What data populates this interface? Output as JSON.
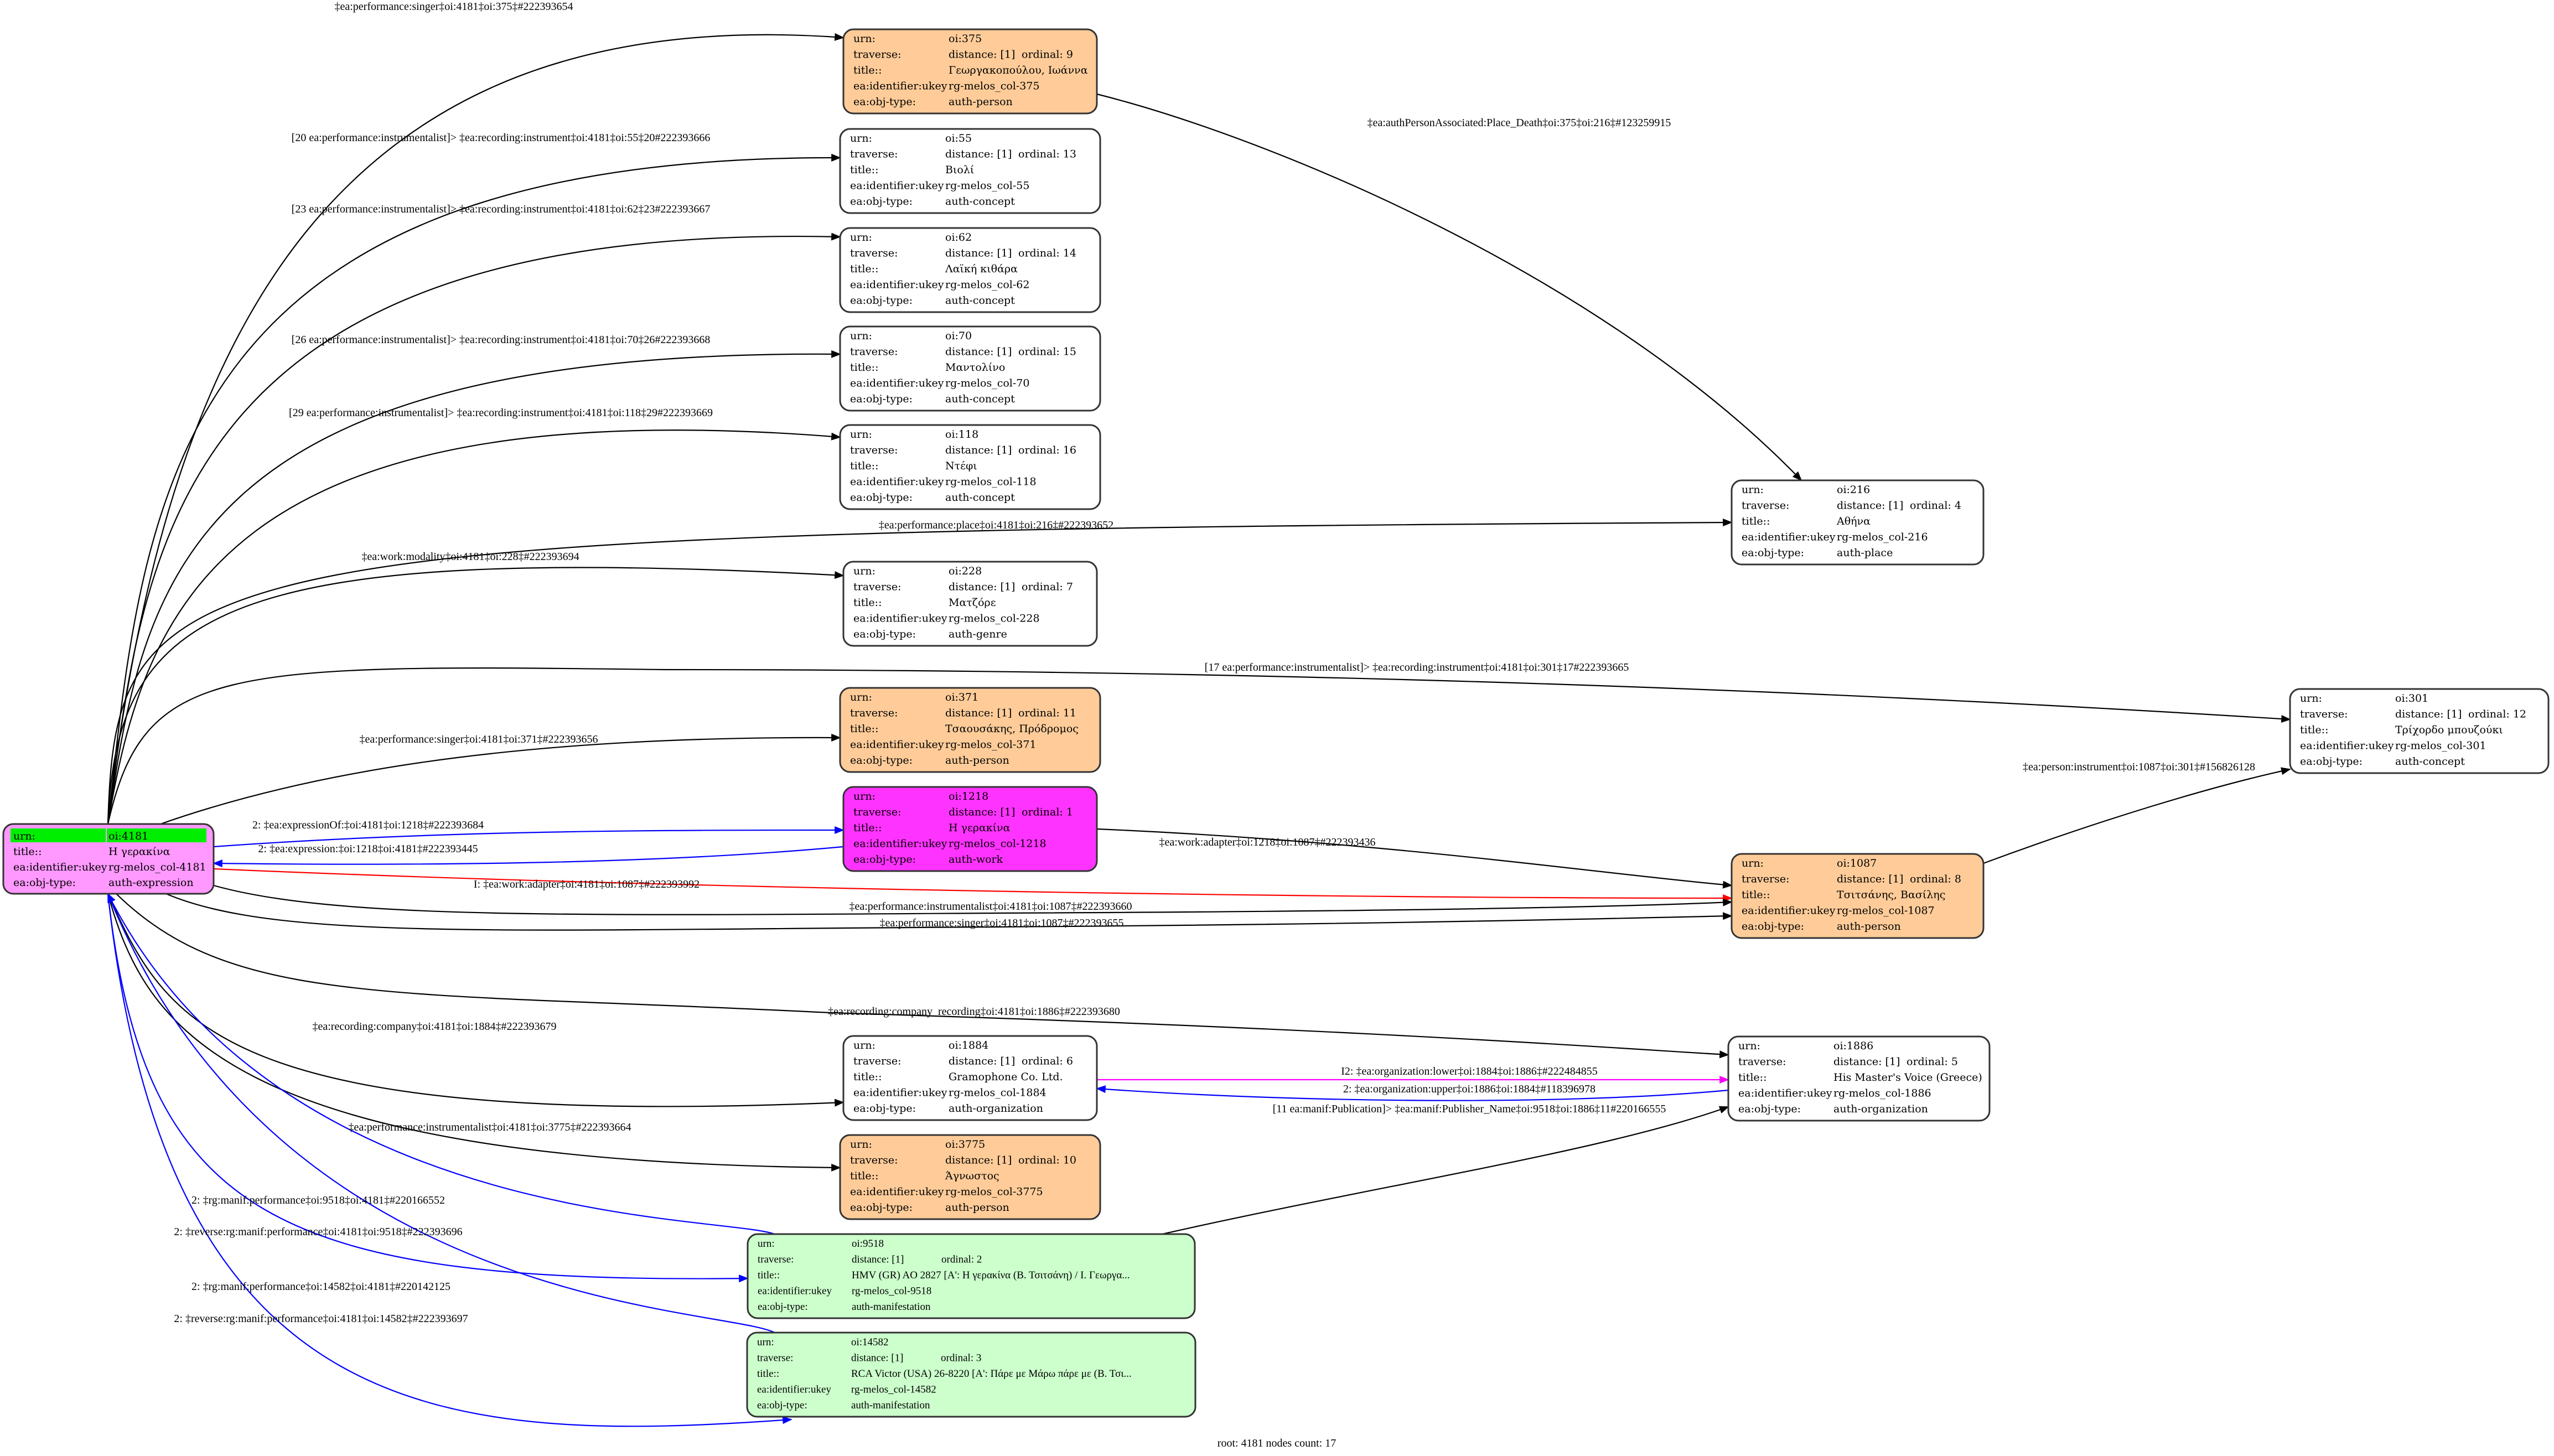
{
  "graph": {
    "footer": "root: 4181 nodes count: 17",
    "field_labels": {
      "urn": "urn:",
      "traverse": "traverse:",
      "title": "title::",
      "ukey": "ea:identifier:ukey",
      "objtype": "ea:obj-type:"
    },
    "colors": {
      "root_fill": "#ff99ff",
      "root_header": "#00ee00",
      "person_fill": "#ffcc99",
      "work_fill": "#ff33ff",
      "manifestation_fill": "#ccffcc",
      "default_fill": "#ffffff",
      "edge_black": "#000000",
      "edge_blue": "#0000ff",
      "edge_red": "#ff0000",
      "edge_magenta": "#ff00ff"
    },
    "nodes": [
      {
        "id": "4181",
        "kind": "root",
        "urn": "oi:4181",
        "title": "Η γερακίνα",
        "ukey": "rg-melos_col-4181",
        "objtype": "auth-expression"
      },
      {
        "id": "375",
        "kind": "person",
        "urn": "oi:375",
        "distance": "distance: [1]",
        "ordinal": "ordinal: 9",
        "title": "Γεωργακοπούλου, Ιωάννα",
        "ukey": "rg-melos_col-375",
        "objtype": "auth-person"
      },
      {
        "id": "55",
        "kind": "default",
        "urn": "oi:55",
        "distance": "distance: [1]",
        "ordinal": "ordinal: 13",
        "title": "Βιολί",
        "ukey": "rg-melos_col-55",
        "objtype": "auth-concept"
      },
      {
        "id": "62",
        "kind": "default",
        "urn": "oi:62",
        "distance": "distance: [1]",
        "ordinal": "ordinal: 14",
        "title": "Λαϊκή κιθάρα",
        "ukey": "rg-melos_col-62",
        "objtype": "auth-concept"
      },
      {
        "id": "70",
        "kind": "default",
        "urn": "oi:70",
        "distance": "distance: [1]",
        "ordinal": "ordinal: 15",
        "title": "Μαντολίνο",
        "ukey": "rg-melos_col-70",
        "objtype": "auth-concept"
      },
      {
        "id": "118",
        "kind": "default",
        "urn": "oi:118",
        "distance": "distance: [1]",
        "ordinal": "ordinal: 16",
        "title": "Ντέφι",
        "ukey": "rg-melos_col-118",
        "objtype": "auth-concept"
      },
      {
        "id": "216",
        "kind": "default",
        "urn": "oi:216",
        "distance": "distance: [1]",
        "ordinal": "ordinal: 4",
        "title": "Αθήνα",
        "ukey": "rg-melos_col-216",
        "objtype": "auth-place"
      },
      {
        "id": "228",
        "kind": "default",
        "urn": "oi:228",
        "distance": "distance: [1]",
        "ordinal": "ordinal: 7",
        "title": "Ματζόρε",
        "ukey": "rg-melos_col-228",
        "objtype": "auth-genre"
      },
      {
        "id": "301",
        "kind": "default",
        "urn": "oi:301",
        "distance": "distance: [1]",
        "ordinal": "ordinal: 12",
        "title": "Τρίχορδο μπουζούκι",
        "ukey": "rg-melos_col-301",
        "objtype": "auth-concept"
      },
      {
        "id": "371",
        "kind": "person",
        "urn": "oi:371",
        "distance": "distance: [1]",
        "ordinal": "ordinal: 11",
        "title": "Τσαουσάκης, Πρόδρομος",
        "ukey": "rg-melos_col-371",
        "objtype": "auth-person"
      },
      {
        "id": "1218",
        "kind": "work",
        "urn": "oi:1218",
        "distance": "distance: [1]",
        "ordinal": "ordinal: 1",
        "title": "Η γερακίνα",
        "ukey": "rg-melos_col-1218",
        "objtype": "auth-work"
      },
      {
        "id": "1087",
        "kind": "person",
        "urn": "oi:1087",
        "distance": "distance: [1]",
        "ordinal": "ordinal: 8",
        "title": "Τσιτσάνης, Βασίλης",
        "ukey": "rg-melos_col-1087",
        "objtype": "auth-person"
      },
      {
        "id": "1884",
        "kind": "default",
        "urn": "oi:1884",
        "distance": "distance: [1]",
        "ordinal": "ordinal: 6",
        "title": "Gramophone Co. Ltd.",
        "ukey": "rg-melos_col-1884",
        "objtype": "auth-organization"
      },
      {
        "id": "1886",
        "kind": "default",
        "urn": "oi:1886",
        "distance": "distance: [1]",
        "ordinal": "ordinal: 5",
        "title": "His Master's Voice (Greece)",
        "ukey": "rg-melos_col-1886",
        "objtype": "auth-organization"
      },
      {
        "id": "3775",
        "kind": "person",
        "urn": "oi:3775",
        "distance": "distance: [1]",
        "ordinal": "ordinal: 10",
        "title": "Άγνωστος",
        "ukey": "rg-melos_col-3775",
        "objtype": "auth-person"
      },
      {
        "id": "9518",
        "kind": "manifestation",
        "urn": "oi:9518",
        "distance": "distance: [1]",
        "ordinal": "ordinal: 2",
        "title": "HMV (GR) AO 2827 [A': Η γερακίνα (Β. Τσιτσάνη) / Ι. Γεωργα...",
        "ukey": "rg-melos_col-9518",
        "objtype": "auth-manifestation"
      },
      {
        "id": "14582",
        "kind": "manifestation",
        "urn": "oi:14582",
        "distance": "distance: [1]",
        "ordinal": "ordinal: 3",
        "title": "RCA Victor (USA) 26-8220 [A': Πάρε με Μάρω πάρε με (Β. Τσι...",
        "ukey": "rg-melos_col-14582",
        "objtype": "auth-manifestation"
      }
    ],
    "edges": [
      {
        "from": "4181",
        "to": "375",
        "color": "edge_black",
        "label": "‡ea:performance:singer‡oi:4181‡oi:375‡#222393654"
      },
      {
        "from": "4181",
        "to": "55",
        "color": "edge_black",
        "label": "[20 ea:performance:instrumentalist]> ‡ea:recording:instrument‡oi:4181‡oi:55‡20#222393666"
      },
      {
        "from": "4181",
        "to": "62",
        "color": "edge_black",
        "label": "[23 ea:performance:instrumentalist]> ‡ea:recording:instrument‡oi:4181‡oi:62‡23#222393667"
      },
      {
        "from": "4181",
        "to": "70",
        "color": "edge_black",
        "label": "[26 ea:performance:instrumentalist]> ‡ea:recording:instrument‡oi:4181‡oi:70‡26#222393668"
      },
      {
        "from": "4181",
        "to": "118",
        "color": "edge_black",
        "label": "[29 ea:performance:instrumentalist]> ‡ea:recording:instrument‡oi:4181‡oi:118‡29#222393669"
      },
      {
        "from": "4181",
        "to": "216",
        "color": "edge_black",
        "label": "‡ea:performance:place‡oi:4181‡oi:216‡#222393652"
      },
      {
        "from": "4181",
        "to": "228",
        "color": "edge_black",
        "label": "‡ea:work:modality‡oi:4181‡oi:228‡#222393694"
      },
      {
        "from": "4181",
        "to": "301",
        "color": "edge_black",
        "label": "[17 ea:performance:instrumentalist]> ‡ea:recording:instrument‡oi:4181‡oi:301‡17#222393665"
      },
      {
        "from": "4181",
        "to": "371",
        "color": "edge_black",
        "label": "‡ea:performance:singer‡oi:4181‡oi:371‡#222393656"
      },
      {
        "from": "4181",
        "to": "1218",
        "color": "edge_blue",
        "label": "2: ‡ea:expressionOf:‡oi:4181‡oi:1218‡#222393684"
      },
      {
        "from": "1218",
        "to": "4181",
        "color": "edge_blue",
        "label": "2: ‡ea:expression:‡oi:1218‡oi:4181‡#222393445"
      },
      {
        "from": "4181",
        "to": "1087",
        "color": "edge_red",
        "label": "I: ‡ea:work:adapter‡oi:4181‡oi:1087‡#222393992"
      },
      {
        "from": "4181",
        "to": "1087",
        "color": "edge_black",
        "label": "‡ea:performance:instrumentalist‡oi:4181‡oi:1087‡#222393660"
      },
      {
        "from": "4181",
        "to": "1087",
        "color": "edge_black",
        "label": "‡ea:performance:singer‡oi:4181‡oi:1087‡#222393655"
      },
      {
        "from": "4181",
        "to": "1886",
        "color": "edge_black",
        "label": "‡ea:recording:company_recording‡oi:4181‡oi:1886‡#222393680"
      },
      {
        "from": "4181",
        "to": "1884",
        "color": "edge_black",
        "label": "‡ea:recording:company‡oi:4181‡oi:1884‡#222393679"
      },
      {
        "from": "4181",
        "to": "3775",
        "color": "edge_black",
        "label": "‡ea:performance:instrumentalist‡oi:4181‡oi:3775‡#222393664"
      },
      {
        "from": "9518",
        "to": "4181",
        "color": "edge_blue",
        "label": "2: ‡rg:manif:performance‡oi:9518‡oi:4181‡#220166552"
      },
      {
        "from": "4181",
        "to": "9518",
        "color": "edge_blue",
        "label": "2: ‡reverse:rg:manif:performance‡oi:4181‡oi:9518‡#222393696"
      },
      {
        "from": "14582",
        "to": "4181",
        "color": "edge_blue",
        "label": "2: ‡rg:manif:performance‡oi:14582‡oi:4181‡#220142125"
      },
      {
        "from": "4181",
        "to": "14582",
        "color": "edge_blue",
        "label": "2: ‡reverse:rg:manif:performance‡oi:4181‡oi:14582‡#222393697"
      },
      {
        "from": "375",
        "to": "216",
        "color": "edge_black",
        "label": "‡ea:authPersonAssociated:Place_Death‡oi:375‡oi:216‡#123259915"
      },
      {
        "from": "1218",
        "to": "1087",
        "color": "edge_black",
        "label": "‡ea:work:adapter‡oi:1218‡oi:1087‡#222393436"
      },
      {
        "from": "1087",
        "to": "301",
        "color": "edge_black",
        "label": "‡ea:person:instrument‡oi:1087‡oi:301‡#156826128"
      },
      {
        "from": "1884",
        "to": "1886",
        "color": "edge_magenta",
        "label": "I2: ‡ea:organization:lower‡oi:1884‡oi:1886‡#222484855"
      },
      {
        "from": "1886",
        "to": "1884",
        "color": "edge_blue",
        "label": "2: ‡ea:organization:upper‡oi:1886‡oi:1884‡#118396978"
      },
      {
        "from": "9518",
        "to": "1886",
        "color": "edge_black",
        "label": "[11 ea:manif:Publication]> ‡ea:manif:Publisher_Name‡oi:9518‡oi:1886‡11#220166555"
      }
    ]
  }
}
